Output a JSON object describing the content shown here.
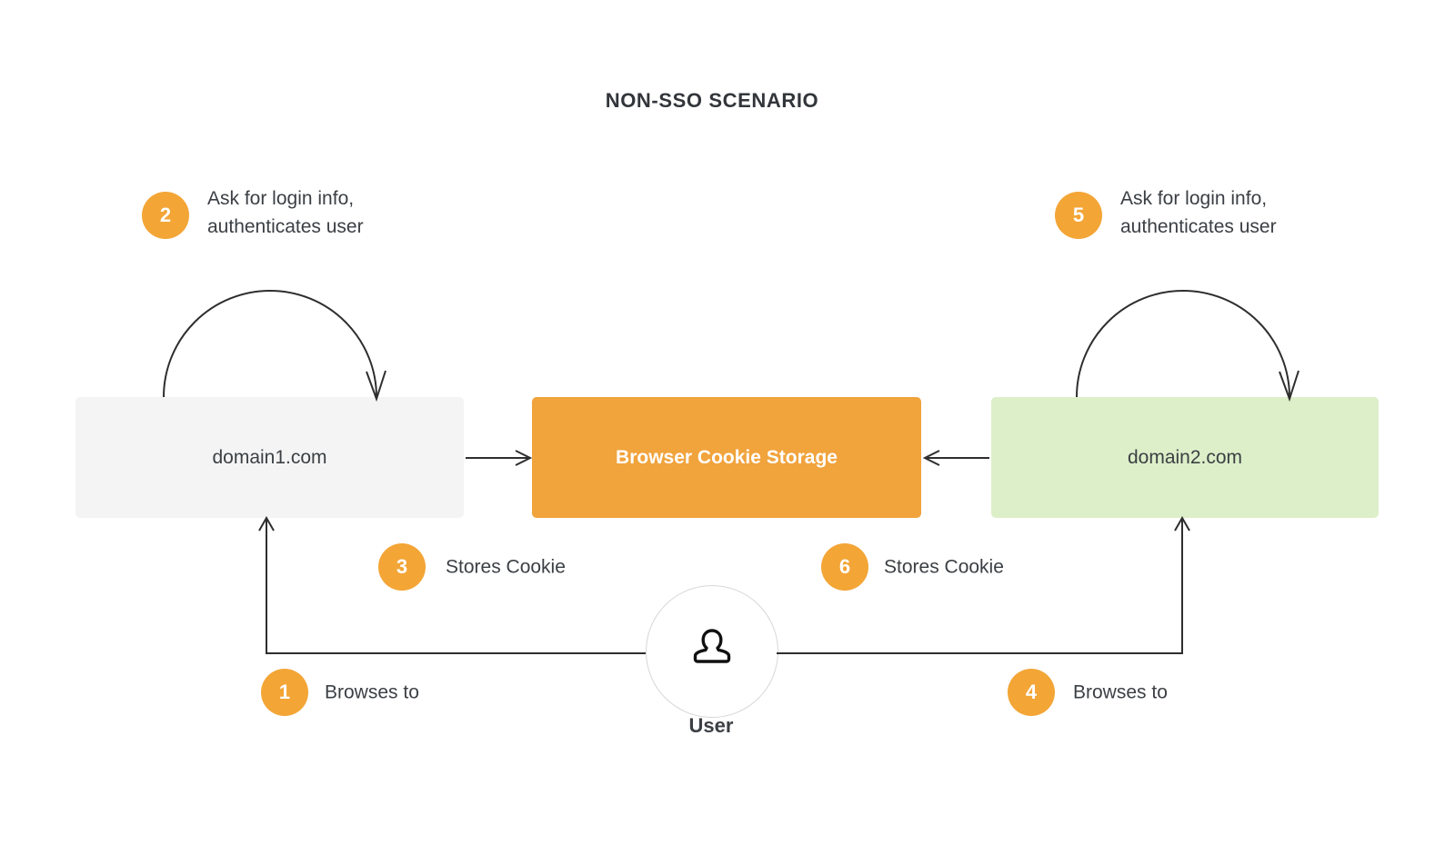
{
  "title": "NON-SSO SCENARIO",
  "colors": {
    "badge_orange": "#f3a536",
    "storage_box_orange": "#f1a33c",
    "domain1_box_gray": "#f4f4f5",
    "domain2_box_green": "#dcefc9",
    "line": "#2e2e2e",
    "text": "#3c4043"
  },
  "nodes": {
    "domain1": {
      "label": "domain1.com"
    },
    "cookie_storage": {
      "label": "Browser Cookie Storage"
    },
    "domain2": {
      "label": "domain2.com"
    },
    "user": {
      "label": "User"
    }
  },
  "steps": [
    {
      "num": "1",
      "label": "Browses to"
    },
    {
      "num": "2",
      "label": "Ask for login info,\nauthenticates user"
    },
    {
      "num": "3",
      "label": "Stores Cookie"
    },
    {
      "num": "4",
      "label": "Browses to"
    },
    {
      "num": "5",
      "label": "Ask for login info,\nauthenticates user"
    },
    {
      "num": "6",
      "label": "Stores Cookie"
    }
  ]
}
